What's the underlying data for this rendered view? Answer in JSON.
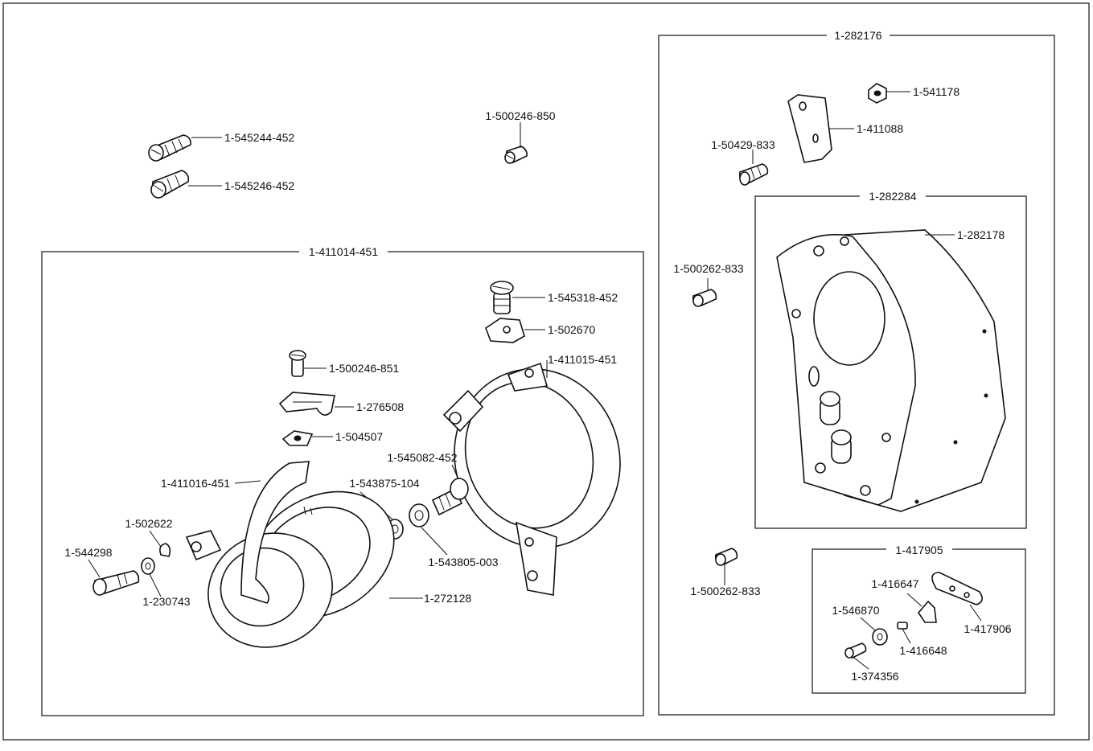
{
  "figure": {
    "group_labels": {
      "main_group": "1-411014-451",
      "right_group": "1-282176",
      "plate_group": "1-282284",
      "small_group": "1-417905"
    },
    "callouts": {
      "p545244": "1-545244-452",
      "p545246": "1-545246-452",
      "p500246_850": "1-500246-850",
      "p545318": "1-545318-452",
      "p502670": "1-502670",
      "p500246_851": "1-500246-851",
      "p411015": "1-411015-451",
      "p276508": "1-276508",
      "p504507": "1-504507",
      "p545082": "1-545082-452",
      "p411016": "1-411016-451",
      "p543875": "1-543875-104",
      "p502622": "1-502622",
      "p544298": "1-544298",
      "p543805": "1-543805-003",
      "p230743": "1-230743",
      "p272128": "1-272128",
      "p541178": "1-541178",
      "p411088": "1-411088",
      "p50429": "1-50429-833",
      "p282178": "1-282178",
      "p500262_a": "1-500262-833",
      "p500262_b": "1-500262-833",
      "p416647": "1-416647",
      "p546870": "1-546870",
      "p417906": "1-417906",
      "p416648": "1-416648",
      "p374356": "1-374356"
    }
  }
}
